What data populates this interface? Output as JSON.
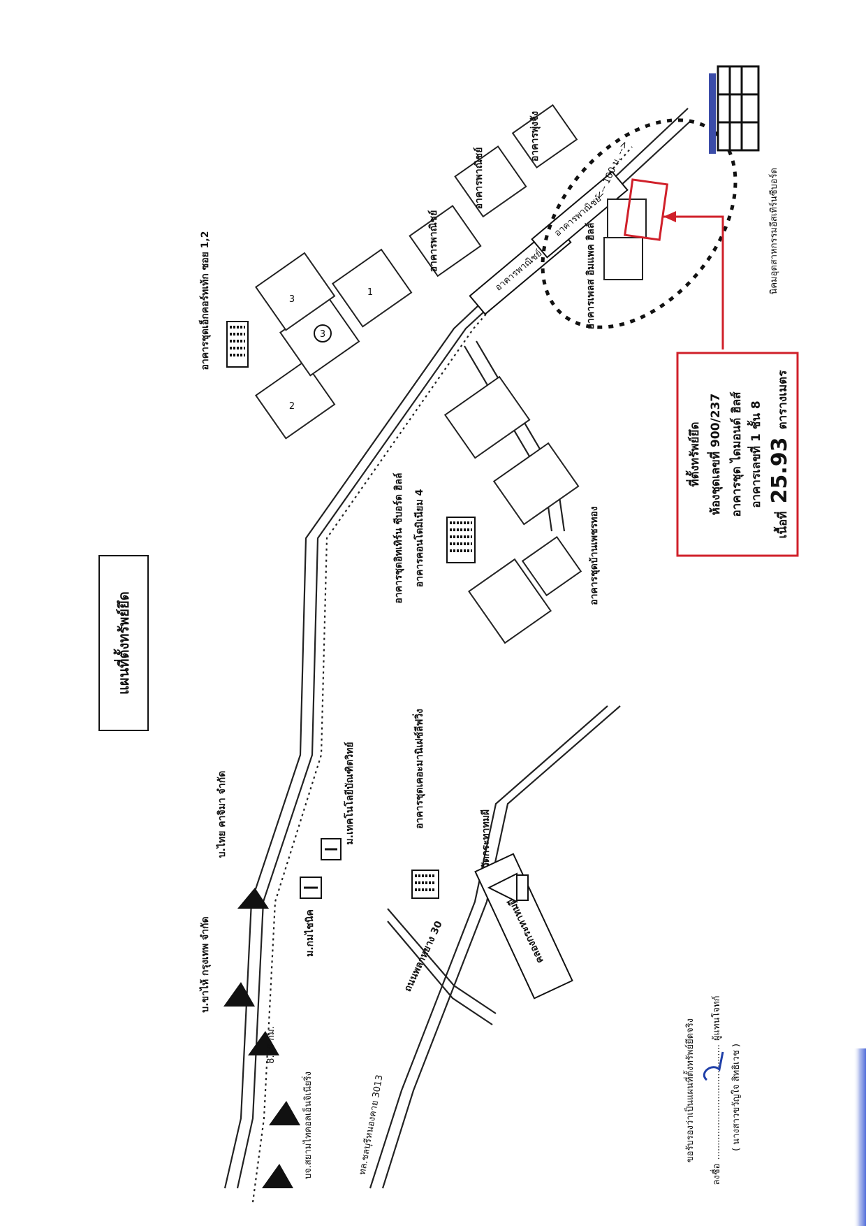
{
  "title": "แผนที่ตั้งทรัพย์ยึด",
  "property_box": {
    "line1": "ที่ตั้งทรัพย์ยึด",
    "line2": "ห้องชุดเลขที่ 900/237",
    "line3": "อาคารชุด ไดมอนด์ ฮิลส์",
    "line4": "อาคารเลขที่ 1 ชั้น 8",
    "line5_prefix": "เนื้อที่",
    "area": "25.93",
    "line5_suffix": "ตารางเมตร"
  },
  "landmarks": {
    "thai_samsung": "บจ.สยามไทคอลเอ็นจิเนียริ่ง",
    "bangkok_glass": "บ.ขาไห้ กรุงเทพ จำกัด",
    "thai_bev": "บ.ไทย คาจิมา จำกัด",
    "distance": "8.20 กม.",
    "hosp_label": "ม.กมไชนิค",
    "tech_univ": "ม.เทคโนโลยีบัณฑิตวิทย์",
    "highway": "ทล.ชลบุรีหนองคาย 3013",
    "road_30": "ถนนพลาหยาง 30",
    "condo_hinchun": "อาคารชุดเคอะมานิเฝซ์ลีฟวิ่ง",
    "wat": "วัดกระทาทมผี",
    "khlong": "คลองกระทาทมผี",
    "condo_plus": "อาคารชุดอิทเทิร์น ซีบอร์ด ฮิลล์",
    "condo_plus_2": "อาคารคอนโดมิเนียม 4",
    "condo_aron": "อาคารชุดบ้านเพชรทอง",
    "condo_rich": "อาคารชุดเอ็กคอร์ทเท้ก ซอย 1,2",
    "commercial_a": "อาคารพาณิชย์",
    "commercial_b": "อาคารพาณิชย์",
    "commercial_c": "อาคารพาณิชย์",
    "commercial_d": "อาคารพาณิชย์",
    "fire": "อาคารพุ่งจัง",
    "green_bld": "อาคารเพลส อิมแพค ฮิลล์",
    "dist_100": "<-- 100 ม. -->",
    "eastern_seaboard": "นิคมอุตสาหกรรมอีสเทิร์นซีบอร์ด",
    "num1": "1",
    "num2": "2",
    "num3": "3",
    "num3c": "3"
  },
  "certification": {
    "line1": "ขอรับรองว่าเป็นแผนที่ตั้งทรัพย์ยึดจริง",
    "sign_prefix": "ลงชื่อ",
    "dots": "........................................",
    "sign_suffix": "ผู้แทนโจทก์",
    "name": "( นางสาวขวัญใจ สิทธิเวช )"
  },
  "colors": {
    "highlight": "#d0202a",
    "line": "#222222",
    "signature": "#1f3fa8"
  }
}
